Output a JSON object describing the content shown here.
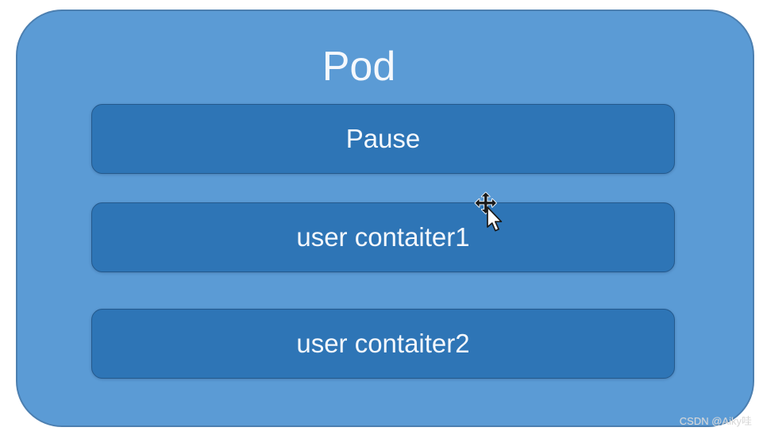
{
  "diagram": {
    "pod": {
      "label": "Pod"
    },
    "containers": [
      {
        "label": "Pause"
      },
      {
        "label": "user contaiter1"
      },
      {
        "label": "user contaiter2"
      }
    ],
    "cursor_icon": "move-cursor",
    "watermark": {
      "text": "CSDN @Aiky哇"
    },
    "colors": {
      "background": "#ffffff",
      "pod_fill": "#5b9bd5",
      "pod_border": "#4c7fb0",
      "container_fill": "#2e75b6",
      "container_border": "#24598c",
      "label_text": "#f5f8fc",
      "watermark_text": "#d6d6d6"
    }
  }
}
